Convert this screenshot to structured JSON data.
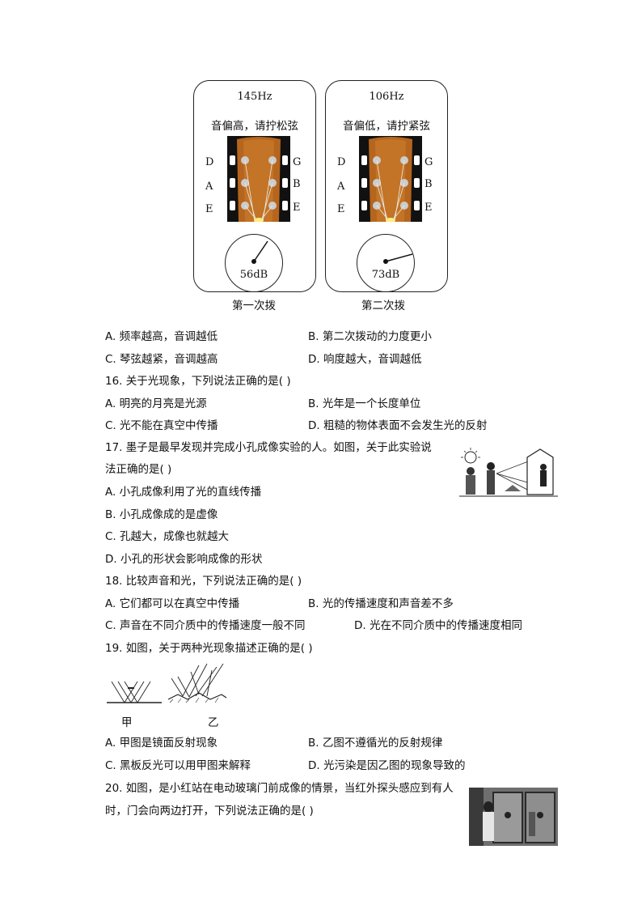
{
  "tuners": [
    {
      "hz": "145Hz",
      "message": "音偏高，请拧松弦",
      "left_labels": [
        "D",
        "A",
        "E"
      ],
      "right_labels": [
        "G",
        "B",
        "E"
      ],
      "db": "56dB",
      "caption": "第一次拨"
    },
    {
      "hz": "106Hz",
      "message": "音偏低，请拧紧弦",
      "left_labels": [
        "D",
        "A",
        "E"
      ],
      "right_labels": [
        "G",
        "B",
        "E"
      ],
      "db": "73dB",
      "caption": "第二次拨"
    }
  ],
  "q15": {
    "options": [
      "A. 频率越高，音调越低",
      "B. 第二次拨动的力度更小",
      "C. 琴弦越紧，音调越高",
      "D. 响度越大，音调越低"
    ]
  },
  "q16": {
    "stem": "16. 关于光现象，下列说法正确的是(    )",
    "options": [
      "A. 明亮的月亮是光源",
      "B. 光年是一个长度单位",
      "C. 光不能在真空中传播",
      "D. 粗糙的物体表面不会发生光的反射"
    ]
  },
  "q17": {
    "stem1": "17. 墨子是最早发现并完成小孔成像实验的人。如图，关于此实验说",
    "stem2": "法正确的是(    )",
    "options": [
      "A. 小孔成像利用了光的直线传播",
      "B. 小孔成像成的是虚像",
      "C. 孔越大，成像也就越大",
      "D. 小孔的形状会影响成像的形状"
    ]
  },
  "q18": {
    "stem": "18. 比较声音和光，下列说法正确的是(    )",
    "options": [
      "A. 它们都可以在真空中传播",
      "B. 光的传播速度和声音差不多",
      "C. 声音在不同介质中的传播速度一般不同",
      "D. 光在不同介质中的传播速度相同"
    ]
  },
  "q19": {
    "stem": "19. 如图，关于两种光现象描述正确的是(    )",
    "label_a": "甲",
    "label_b": "乙",
    "options": [
      "A. 甲图是镜面反射现象",
      "B. 乙图不遵循光的反射规律",
      "C. 黑板反光可以用甲图来解释",
      "D. 光污染是因乙图的现象导致的"
    ]
  },
  "q20": {
    "stem1": "20. 如图，是小红站在电动玻璃门前成像的情景，当红外探头感应到有人",
    "stem2": "时，门会向两边打开，下列说法正确的是(    )"
  }
}
